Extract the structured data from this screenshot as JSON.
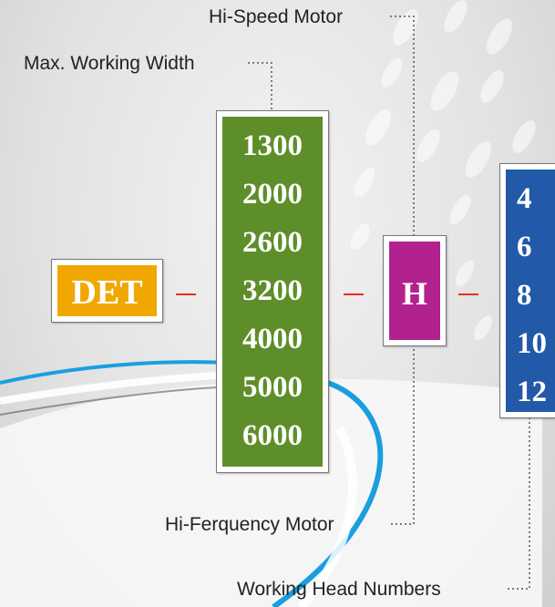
{
  "labels": {
    "hi_speed_motor": "Hi-Speed Motor",
    "max_working_width": "Max. Working Width",
    "hi_frequency_motor": "Hi-Ferquency Motor",
    "working_head_numbers": "Working Head Numbers"
  },
  "det_box": {
    "text": "DET",
    "color": "#f0a800"
  },
  "width_box": {
    "color": "#5e8e2a",
    "values": [
      "1300",
      "2000",
      "2600",
      "3200",
      "4000",
      "5000",
      "6000"
    ]
  },
  "h_box": {
    "text": "H",
    "color": "#b2228e"
  },
  "heads_box": {
    "color": "#2259a8",
    "values": [
      "4",
      "6",
      "8",
      "10",
      "12"
    ]
  },
  "connector_color": "#e53020"
}
